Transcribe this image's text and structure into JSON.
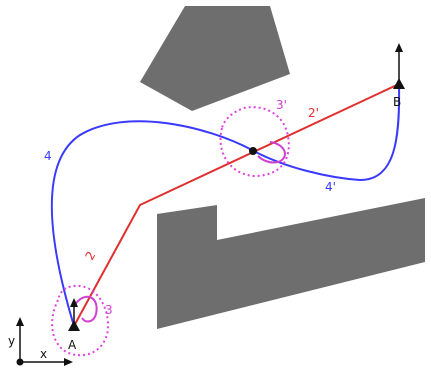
{
  "labels": {
    "point_a": "A",
    "point_b": "B",
    "axis_x": "x",
    "axis_y": "y",
    "path_left": "4",
    "path_right": "4'",
    "segment_lower": "2",
    "segment_upper": "2'",
    "circle_lower": "3",
    "circle_upper": "3'"
  },
  "colors": {
    "obstacle": "#6e6e6e",
    "spline_path": "#3a3aff",
    "polyline_path": "#e03030",
    "tolerance_circle": "#e040e0",
    "axes": "#111111"
  }
}
